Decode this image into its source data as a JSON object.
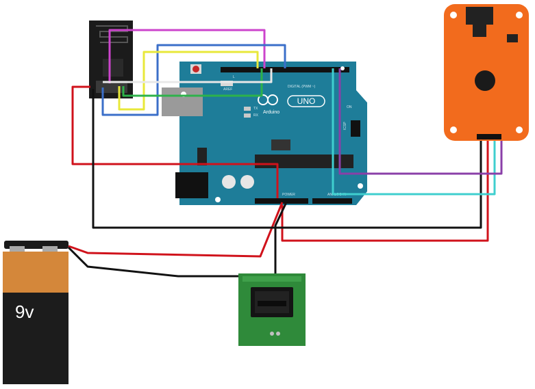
{
  "arduino": {
    "brand": "UNO",
    "brand_sub": "Arduino",
    "brand_small": "DIGITAL (PWM ~)",
    "aref": "AREF",
    "tx": "TX",
    "rx": "RX",
    "power_header": "POWER",
    "analog_header": "ANALOG IN",
    "icsp": "ICSP",
    "pin_l": "L",
    "on": "ON",
    "board_color": "#1e7d99"
  },
  "nrf_module": {
    "board_color": "#1b1b1b"
  },
  "voice_module": {
    "board_color": "#f26b1d"
  },
  "battery": {
    "label": "9v",
    "cap_color": "#1a1a1a",
    "top_color": "#d4873a",
    "body_color": "#1c1c1c"
  },
  "switch_module": {
    "board_color": "#2f8a3a",
    "rocker_color": "#141414"
  },
  "wires": {
    "red": "#d0121b",
    "black": "#111111",
    "magenta": "#cc44cc",
    "blue": "#3b6fc9",
    "yellow": "#e8e83a",
    "green": "#2db24a",
    "cyan": "#3fcfcf",
    "purple": "#8a3fa8",
    "white": "#e8e8e8"
  }
}
